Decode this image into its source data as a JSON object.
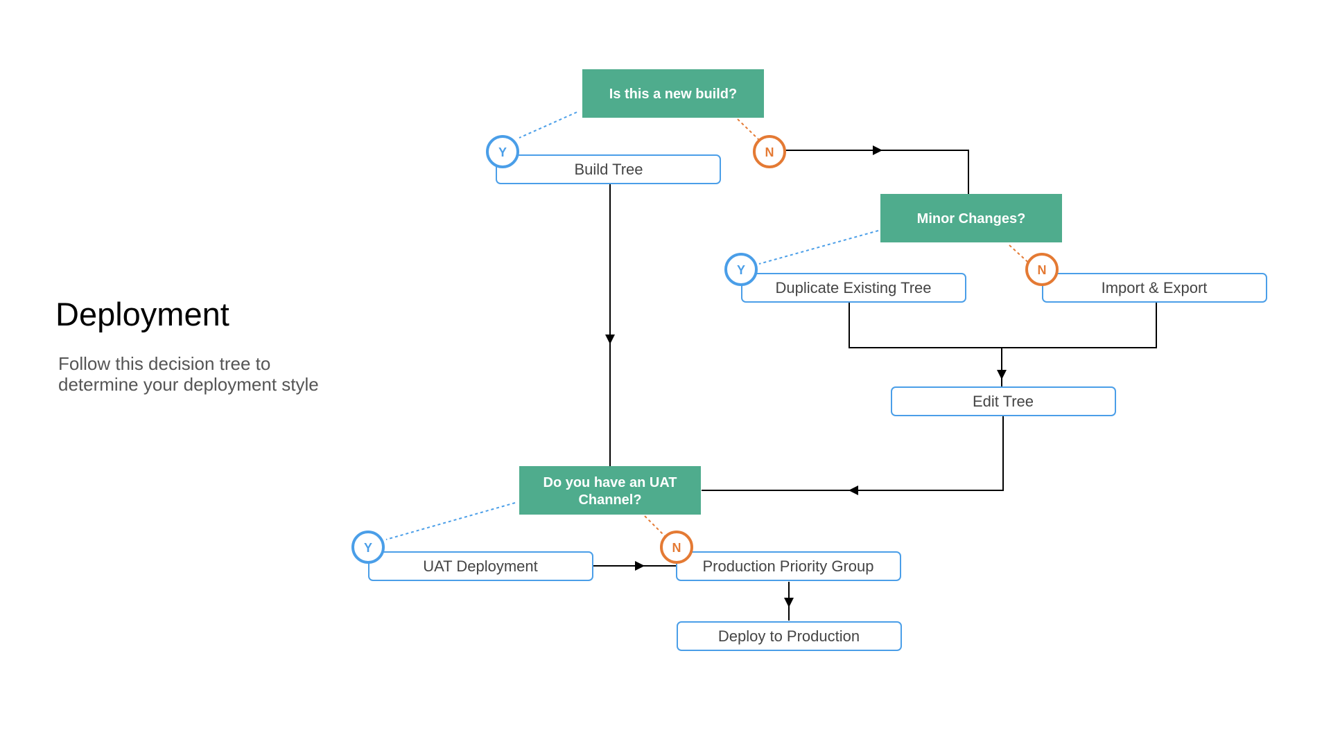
{
  "page": {
    "title": "Deployment",
    "subtitle_lines": [
      "Follow this decision tree to",
      "determine your deployment style"
    ]
  },
  "colors": {
    "decision_fill": "#4fac8d",
    "action_border": "#4a9ee8",
    "yes_color": "#4a9ee8",
    "no_color": "#e47a34",
    "line_color": "#000000"
  },
  "badges": {
    "yes": "Y",
    "no": "N"
  },
  "decisions": {
    "new_build": "Is this a new build?",
    "minor_changes": "Minor Changes?",
    "uat_channel_line1": "Do you have an UAT",
    "uat_channel_line2": "Channel?"
  },
  "actions": {
    "build_tree": "Build Tree",
    "duplicate_tree": "Duplicate Existing Tree",
    "import_export": "Import & Export",
    "edit_tree": "Edit Tree",
    "uat_deployment": "UAT Deployment",
    "production_priority": "Production Priority Group",
    "deploy_production": "Deploy to Production"
  }
}
